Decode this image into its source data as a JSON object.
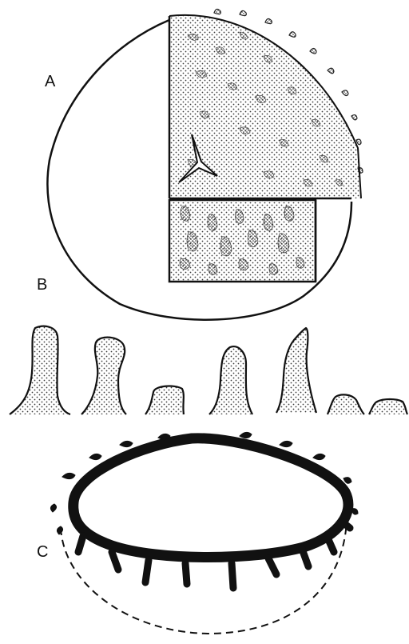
{
  "figure": {
    "panel_labels": {
      "a": "A",
      "b": "B",
      "c": "C"
    },
    "colors": {
      "ink": "#111111",
      "paper": "#ffffff",
      "stipple": "#3a3a3a"
    }
  }
}
